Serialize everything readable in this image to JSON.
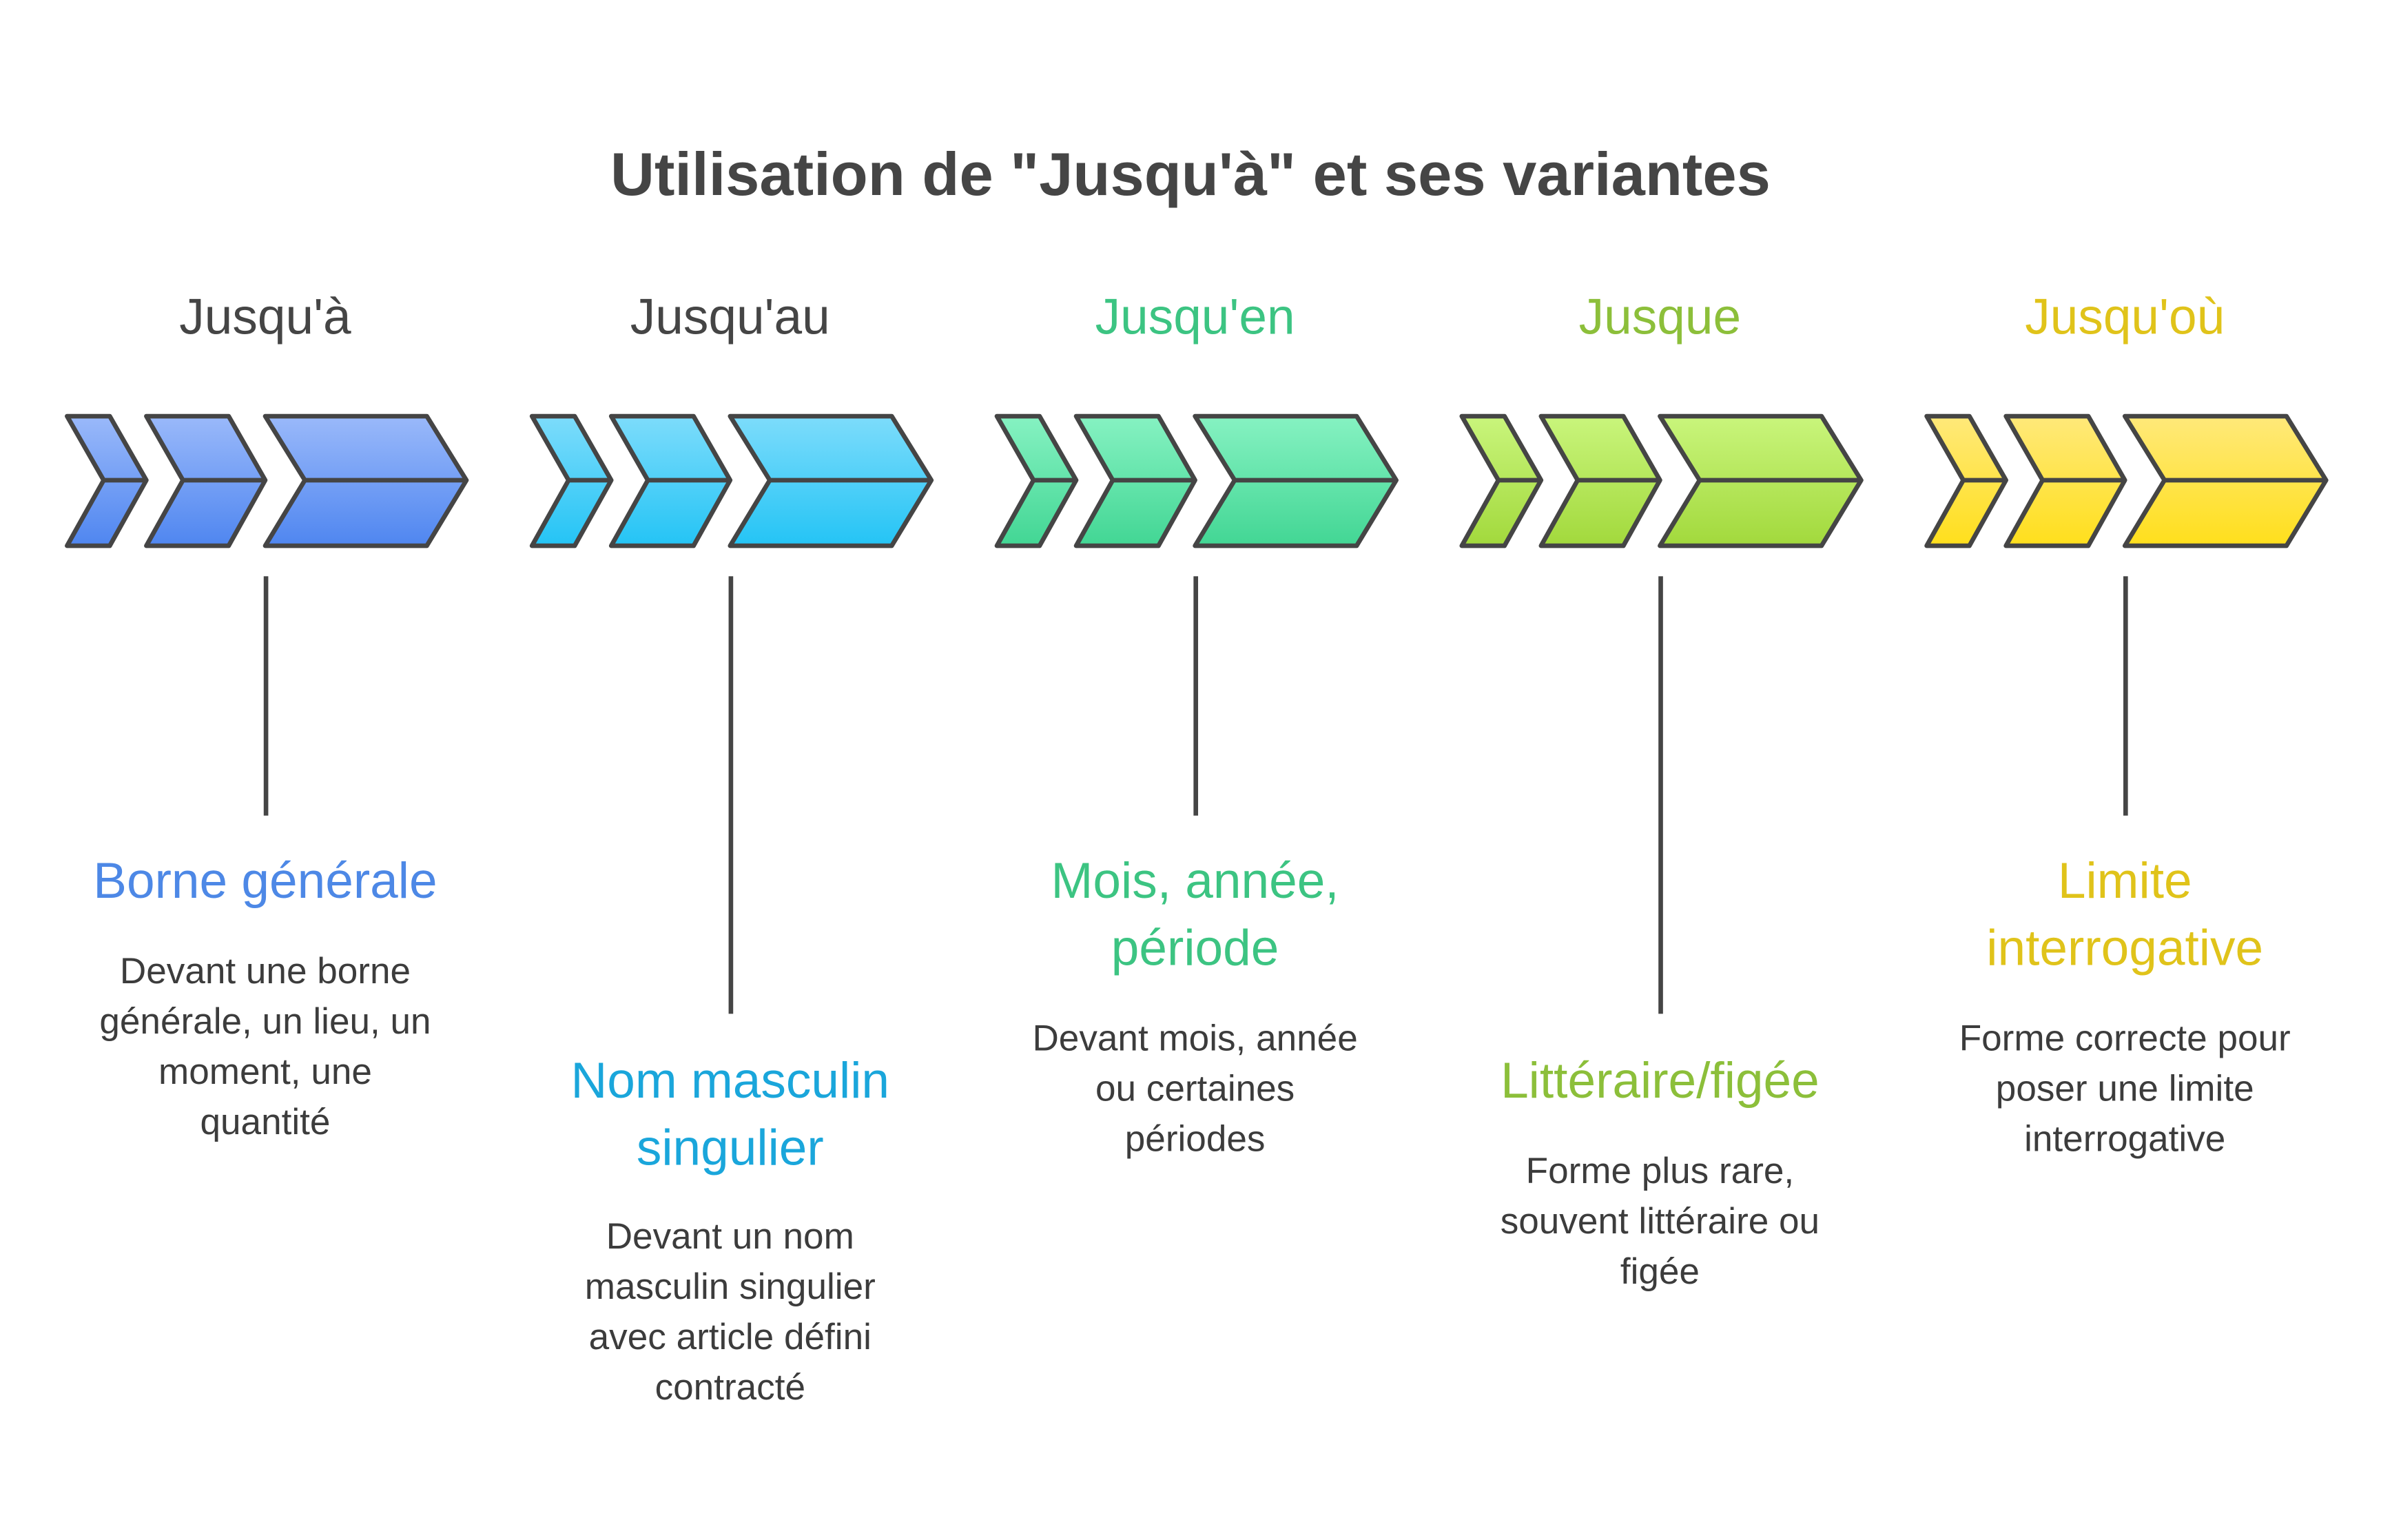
{
  "title": "Utilisation de \"Jusqu'à\" et ses variantes",
  "columns": [
    {
      "name": "Jusqu'à",
      "heading": [
        "Borne générale",
        ""
      ],
      "description": [
        "Devant une borne",
        "générale, un lieu, un",
        "moment, une",
        "quantité"
      ],
      "label_color": "#454545",
      "accent": "#4d88e6",
      "fill_top": "#9ab9fa",
      "fill_bottom": "#4f86f0"
    },
    {
      "name": "Jusqu'au",
      "heading": [
        "Nom masculin",
        "singulier"
      ],
      "description": [
        "Devant un nom",
        "masculin singulier",
        "avec article défini",
        "contracté"
      ],
      "label_color": "#454545",
      "accent": "#1aa6db",
      "fill_top": "#7ddcfb",
      "fill_bottom": "#24c4f5"
    },
    {
      "name": "Jusqu'en",
      "heading": [
        "Mois, année,",
        "période"
      ],
      "description": [
        "Devant mois, année",
        "ou certaines",
        "périodes"
      ],
      "label_color": "#3cc482",
      "accent": "#3cc482",
      "fill_top": "#86f2c2",
      "fill_bottom": "#42d694"
    },
    {
      "name": "Jusque",
      "heading": [
        "Littéraire/figée",
        ""
      ],
      "description": [
        "Forme plus rare,",
        "souvent littéraire ou",
        "figée"
      ],
      "label_color": "#8cbf3a",
      "accent": "#8cbf3a",
      "fill_top": "#c9f57c",
      "fill_bottom": "#a2d93c"
    },
    {
      "name": "Jusqu'où",
      "heading": [
        "Limite",
        "interrogative"
      ],
      "description": [
        "Forme correcte pour",
        "poser une limite",
        "interrogative"
      ],
      "label_color": "#e0c31a",
      "accent": "#e0c31a",
      "fill_top": "#ffe97a",
      "fill_bottom": "#ffdf1c"
    }
  ]
}
